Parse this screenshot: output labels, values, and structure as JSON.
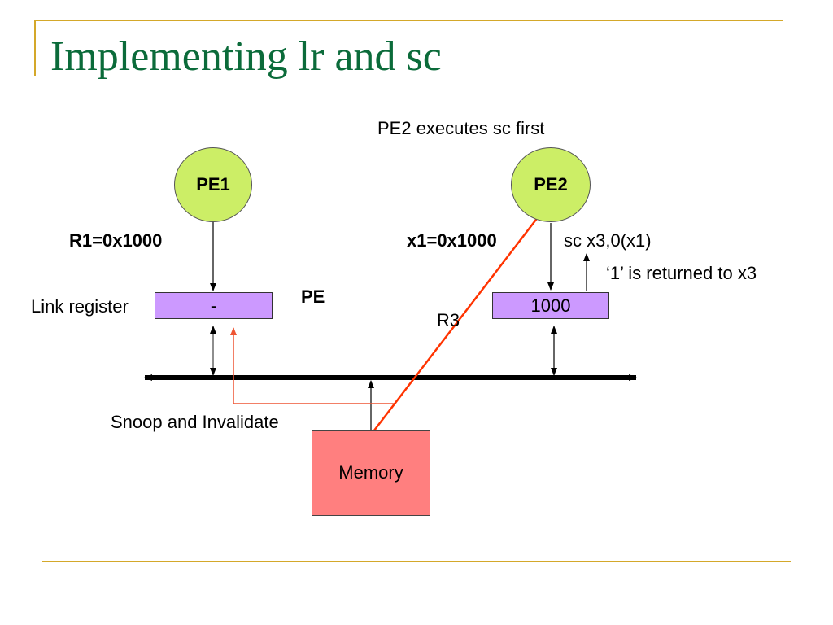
{
  "slide": {
    "title": "Implementing lr and sc",
    "caption": "PE2 executes sc first"
  },
  "diagram": {
    "pe1": {
      "label": "PE1",
      "register_note": "R1=0x1000",
      "link_register_value": "-"
    },
    "pe2": {
      "label": "PE2",
      "register_note": "x1=0x1000",
      "instruction": "sc x3,0(x1)",
      "return_note": "‘1’ is returned to x3",
      "link_register_value": "1000"
    },
    "link_register_label": "Link register",
    "pe_label": "PE",
    "r3_label": "R3",
    "snoop_label": "Snoop and Invalidate",
    "memory_label": "Memory",
    "colors": {
      "title": "#0b6b3a",
      "rule": "#d4a82a",
      "pe": "#ccee66",
      "register": "#cc99ff",
      "memory": "#ff7f7f",
      "snoop": "#ee5533",
      "sc_path": "#ff3300"
    }
  }
}
